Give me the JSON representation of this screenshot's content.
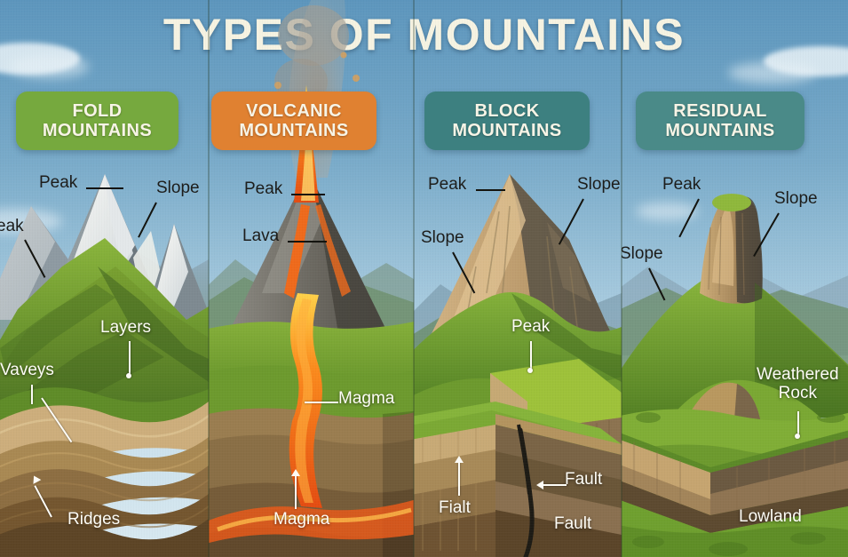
{
  "title": "TYPES OF MOUNTAINS",
  "colors": {
    "fold_badge": "#76a93e",
    "volcanic_badge": "#e08131",
    "block_badge": "#3d8080",
    "residual_badge": "#4a8a88",
    "title_text": "#f6f3e2",
    "sky_top": "#5d96bd",
    "sky_bottom": "#d9e9f1",
    "lava": "#f0621e",
    "grass": "#7fa82f",
    "rock": "#c8a977",
    "snow": "#f1f2ee"
  },
  "panels": [
    {
      "id": "fold",
      "badge": "FOLD\nMOUNTAINS",
      "badge_line1": "FOLD",
      "badge_line2": "MOUNTAINS",
      "labels": [
        {
          "text": "Peak",
          "style": "dark"
        },
        {
          "text": "Slope",
          "style": "dark"
        },
        {
          "text": "eak",
          "style": "dark"
        },
        {
          "text": "Layers",
          "style": "light"
        },
        {
          "text": "Vaveys",
          "style": "light"
        },
        {
          "text": "Ridges",
          "style": "light"
        }
      ]
    },
    {
      "id": "volcanic",
      "badge_line1": "VOLCANIC",
      "badge_line2": "MOUNTAINS",
      "labels": [
        {
          "text": "Peak",
          "style": "dark"
        },
        {
          "text": "Lava",
          "style": "dark"
        },
        {
          "text": "Magma",
          "style": "light"
        },
        {
          "text": "Magma",
          "style": "light"
        }
      ]
    },
    {
      "id": "block",
      "badge_line1": "BLOCK",
      "badge_line2": "MOUNTAINS",
      "labels": [
        {
          "text": "Peak",
          "style": "dark"
        },
        {
          "text": "Slope",
          "style": "dark"
        },
        {
          "text": "Slope",
          "style": "dark"
        },
        {
          "text": "Peak",
          "style": "light"
        },
        {
          "text": "Fault",
          "style": "light"
        },
        {
          "text": "Fialt",
          "style": "light"
        },
        {
          "text": "Fault",
          "style": "light"
        }
      ]
    },
    {
      "id": "residual",
      "badge_line1": "RESIDUAL",
      "badge_line2": "MOUNTAINS",
      "labels": [
        {
          "text": "Peak",
          "style": "dark"
        },
        {
          "text": "Slope",
          "style": "dark"
        },
        {
          "text": "Slope",
          "style": "dark"
        },
        {
          "text": "Weathered",
          "style": "light"
        },
        {
          "text": "Rock",
          "style": "light"
        },
        {
          "text": "Lowland",
          "style": "light"
        }
      ]
    }
  ]
}
